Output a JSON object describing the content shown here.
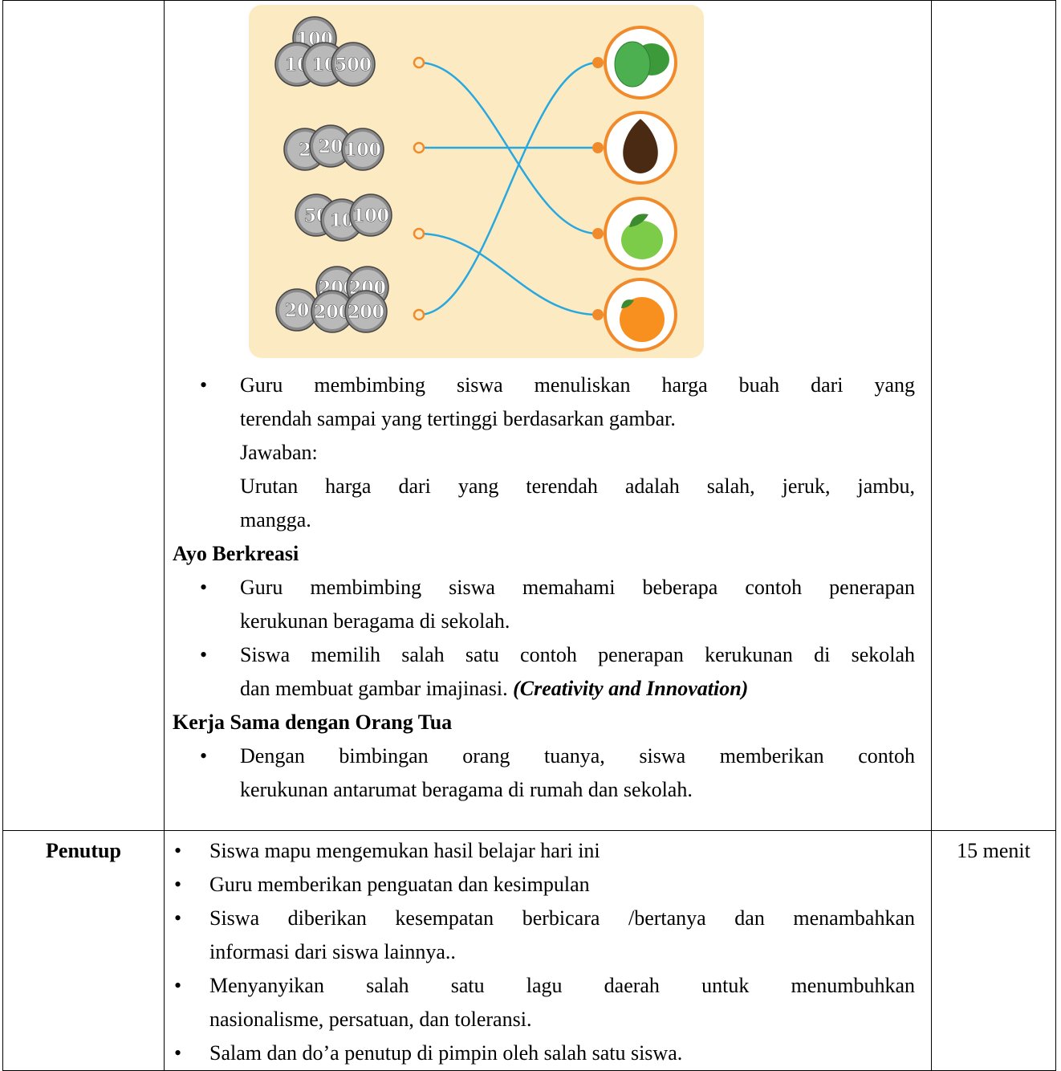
{
  "top_section": {
    "activity_1": {
      "line1": "Guru membimbing siswa menuliskan harga buah dari yang",
      "line2": "terendah sampai yang tertinggi berdasarkan gambar.",
      "answer_label": "Jawaban:",
      "answer_line1": "Urutan harga dari yang terendah adalah salah, jeruk, jambu,",
      "answer_line2": "mangga."
    },
    "heading_berkreasi": "Ayo Berkreasi",
    "berkreasi_1_line1": "Guru membimbing siswa memahami beberapa contoh penerapan",
    "berkreasi_1_line2": "kerukunan beragama di sekolah.",
    "berkreasi_2_line1": "Siswa memilih salah satu contoh penerapan kerukunan di sekolah",
    "berkreasi_2_line2": "dan membuat gambar imajinasi.",
    "berkreasi_2_emph": "(Creativity and Innovation)",
    "heading_kerjasama": "Kerja Sama dengan Orang Tua",
    "kerjasama_1_line1": "Dengan bimbingan orang tuanya, siswa memberikan contoh",
    "kerjasama_1_line2": "kerukunan antarumat beragama di rumah dan sekolah."
  },
  "figure": {
    "colors": {
      "background": "#fcebc2",
      "line": "#29a8e0",
      "circle": "#f08a2b"
    },
    "coin_groups": [
      {
        "coins": [
          "100",
          "10",
          "10",
          "500"
        ]
      },
      {
        "coins": [
          "2",
          "20",
          "100"
        ]
      },
      {
        "coins": [
          "50",
          "10",
          "100"
        ]
      },
      {
        "coins": [
          "200",
          "200",
          "20",
          "200",
          "200"
        ]
      }
    ],
    "fruits": [
      "mango-icon",
      "salak-icon",
      "guava-icon",
      "orange-icon"
    ],
    "connections": [
      [
        0,
        2
      ],
      [
        1,
        1
      ],
      [
        2,
        3
      ],
      [
        3,
        0
      ]
    ]
  },
  "penutup_row": {
    "label": "Penutup",
    "time": "15 menit",
    "item1": "Siswa mapu mengemukan hasil belajar hari ini",
    "item2": "Guru memberikan penguatan dan kesimpulan",
    "item3_line1": "Siswa  diberikan kesempatan berbicara /bertanya dan menambahkan",
    "item3_line2": "informasi dari siswa lainnya..",
    "item4_line1": "Menyanyikan  salah  satu  lagu  daerah  untuk  menumbuhkan",
    "item4_line2": "nasionalisme, persatuan, dan toleransi.",
    "item5": "Salam dan do’a penutup di pimpin oleh salah satu siswa."
  }
}
